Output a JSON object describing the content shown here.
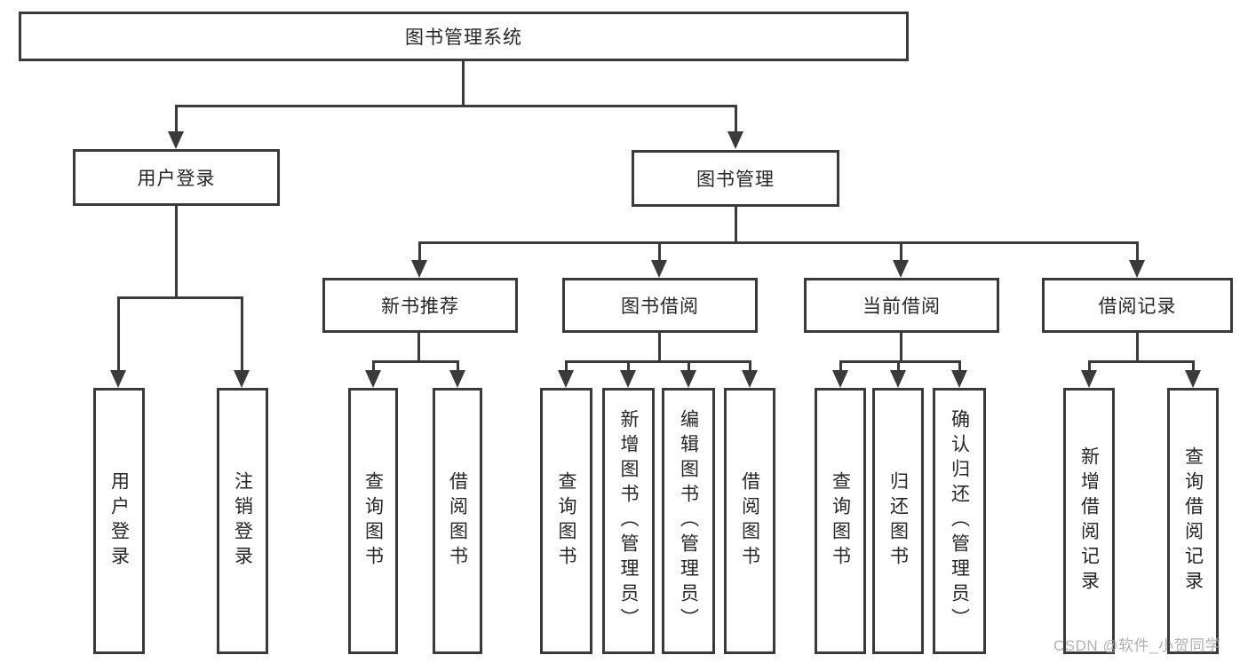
{
  "diagram": {
    "type": "hierarchy-tree",
    "title": "图书管理系统"
  },
  "colors": {
    "line": "#3a3a3a",
    "text": "#262626",
    "watermark": "#a7a7ad",
    "background": "#ffffff"
  },
  "nodes": {
    "root": {
      "label": "图书管理系统"
    },
    "level2": [
      {
        "id": "user-login",
        "label": "用户登录",
        "parent": "图书管理系统"
      },
      {
        "id": "book-management",
        "label": "图书管理",
        "parent": "图书管理系统"
      }
    ],
    "level3": [
      {
        "id": "new-book-recommend",
        "label": "新书推荐",
        "parent": "图书管理"
      },
      {
        "id": "book-borrowing",
        "label": "图书借阅",
        "parent": "图书管理"
      },
      {
        "id": "current-borrowing",
        "label": "当前借阅",
        "parent": "图书管理"
      },
      {
        "id": "borrowing-records",
        "label": "借阅记录",
        "parent": "图书管理"
      }
    ],
    "leaves": [
      {
        "label": "用户登录",
        "parent": "用户登录"
      },
      {
        "label": "注销登录",
        "parent": "用户登录"
      },
      {
        "label": "查询图书",
        "parent": "新书推荐"
      },
      {
        "label": "借阅图书",
        "parent": "新书推荐"
      },
      {
        "label": "查询图书",
        "parent": "图书借阅"
      },
      {
        "label": "新增图书（管理员）",
        "parent": "图书借阅"
      },
      {
        "label": "编辑图书（管理员）",
        "parent": "图书借阅"
      },
      {
        "label": "借阅图书",
        "parent": "图书借阅"
      },
      {
        "label": "查询图书",
        "parent": "当前借阅"
      },
      {
        "label": "归还图书",
        "parent": "当前借阅"
      },
      {
        "label": "确认归还（管理员）",
        "parent": "当前借阅"
      },
      {
        "label": "新增借阅记录",
        "parent": "借阅记录"
      },
      {
        "label": "查询借阅记录",
        "parent": "借阅记录"
      }
    ]
  },
  "watermark": "CSDN @软件_小贺同学"
}
